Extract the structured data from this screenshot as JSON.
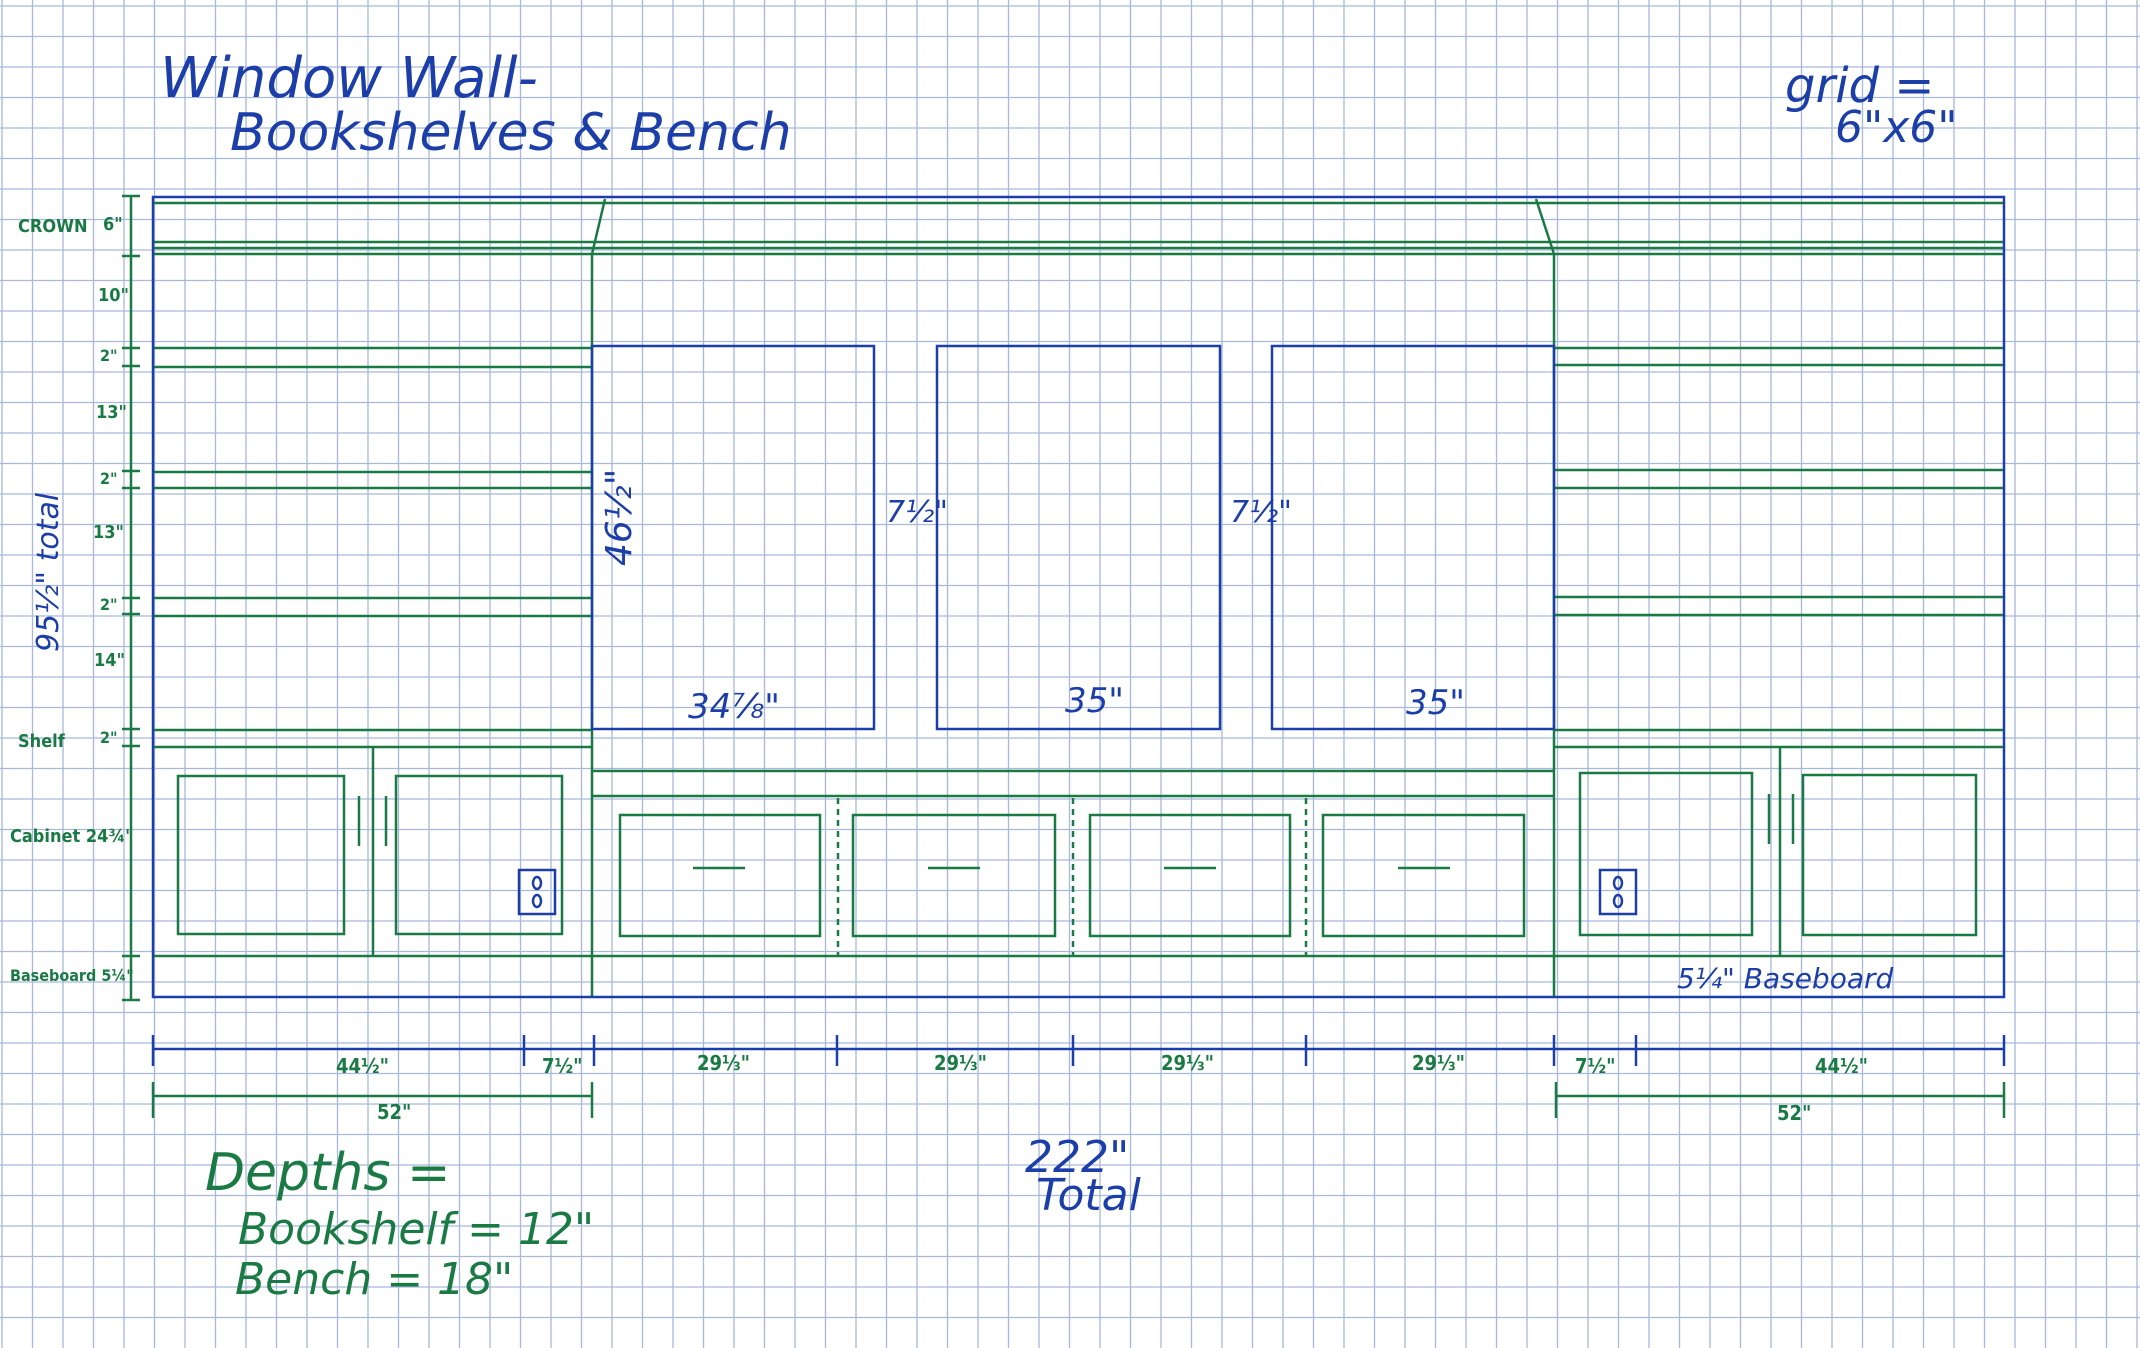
{
  "title": {
    "line1": "Window Wall-",
    "line2": "Bookshelves & Bench"
  },
  "grid_note": {
    "line1": "grid =",
    "line2": "6\"x6\""
  },
  "colors": {
    "grid": "#a8b8dc",
    "green": "#1a7a44",
    "blue": "#1c3ea8",
    "paper": "#ffffff"
  },
  "left_labels": {
    "crown": "CROWN",
    "crown_dim": "6\"",
    "d10": "10\"",
    "d2a": "2\"",
    "d13a": "13\"",
    "d2b": "2\"",
    "d13b": "13\"",
    "d2c": "2\"",
    "d14": "14\"",
    "shelf": "Shelf",
    "shelf_dim": "2\"",
    "cabinet": "Cabinet 24¾\"",
    "baseboard": "Baseboard 5¼\""
  },
  "total_height": "95½\" total",
  "window_labels": {
    "height": "46½\"",
    "gap1": "7½\"",
    "gap2": "7½\"",
    "w1": "34⅞\"",
    "w2": "35\"",
    "w3": "35\""
  },
  "baseboard_right": "5¼\" Baseboard",
  "bottom_dims": {
    "left_bookshelf": "44½\"",
    "left_gap": "7½\"",
    "d1": "29⅓\"",
    "d2": "29⅓\"",
    "d3": "29⅓\"",
    "d4": "29⅓\"",
    "right_gap": "7½\"",
    "right_bookshelf": "44½\"",
    "left_total": "52\"",
    "right_total": "52\""
  },
  "total_width": {
    "value": "222\"",
    "label": "Total"
  },
  "depths": {
    "heading": "Depths =",
    "bookshelf": "Bookshelf = 12\"",
    "bench": "Bench = 18\""
  }
}
